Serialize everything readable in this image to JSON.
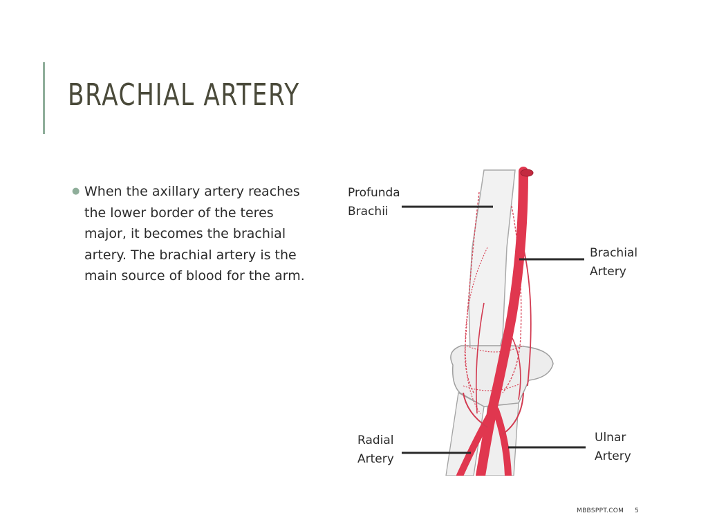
{
  "slide": {
    "title": "BRACHIAL ARTERY",
    "bullets": [
      "When the axillary artery reaches the lower border of the teres major, it becomes the brachial artery. The brachial artery is the main source of blood for the arm."
    ],
    "figure": {
      "labels": {
        "profunda_brachii": "Profunda\nBrachii",
        "brachial_artery": "Brachial\nArtery",
        "radial_artery": "Radial\nArtery",
        "ulnar_artery": "Ulnar\nArtery"
      }
    },
    "footer": {
      "site": "MBBSPPT.COM",
      "page_number": "5"
    }
  },
  "colors": {
    "accent": "#8fae9a",
    "title_text": "#4a4a3a",
    "artery_red": "#e0374f",
    "bone_gray": "#b8b8b8"
  },
  "icons": {
    "bullet": "bullet-dot-icon"
  }
}
